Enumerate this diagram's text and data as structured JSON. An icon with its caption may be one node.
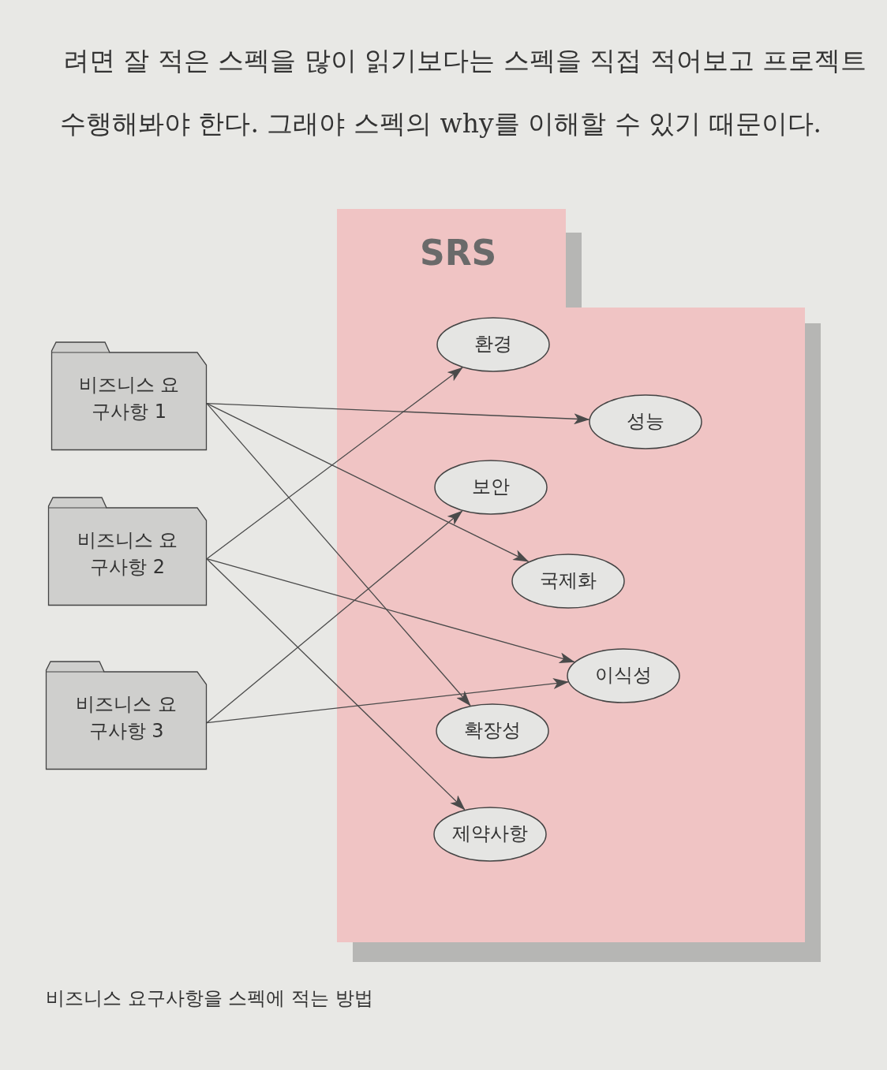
{
  "diagram": {
    "caption": "비즈니스 요구사항을 스펙에 적는 방법",
    "nodes": [
      {
        "text": [
          "SRS"
        ]
      },
      {
        "text": [
          "환경"
        ],
        "in": 0
      },
      {
        "text": [
          "성능"
        ],
        "in": 0
      },
      {
        "text": [
          "보안"
        ],
        "in": 0
      },
      {
        "text": [
          "국제화"
        ],
        "in": 0
      },
      {
        "text": [
          "이식성"
        ],
        "in": 0
      },
      {
        "text": [
          "확장성"
        ],
        "in": 0
      },
      {
        "text": [
          "제약사항"
        ],
        "in": 0
      },
      {
        "text": [
          "비즈니스 요구사항 1"
        ]
      },
      {
        "text": [
          "비즈니스 요구사항 2"
        ]
      },
      {
        "text": [
          "비즈니스 요구사항 3"
        ]
      }
    ],
    "edges": [
      {
        "from": 8,
        "to": 2,
        "arrow": "to"
      },
      {
        "from": 8,
        "to": 4,
        "arrow": "to"
      },
      {
        "from": 8,
        "to": 6,
        "arrow": "to"
      },
      {
        "from": 9,
        "to": 1,
        "arrow": "to"
      },
      {
        "from": 9,
        "to": 5,
        "arrow": "to"
      },
      {
        "from": 9,
        "to": 7,
        "arrow": "to"
      },
      {
        "from": 10,
        "to": 3,
        "arrow": "to"
      },
      {
        "from": 10,
        "to": 5,
        "arrow": "to"
      }
    ],
    "labels": [
      "려면 잘 적은 스펙을 많이 읽기보다는 스펙을 직접 적어보고 프로젝트",
      "수행해봐야 한다. 그래야 스펙의 why를 이해할 수 있기 때문이다."
    ]
  }
}
